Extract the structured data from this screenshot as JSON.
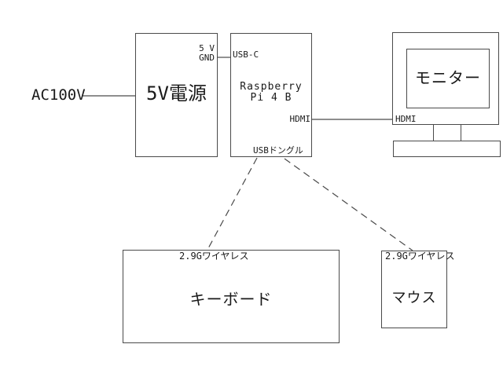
{
  "colors": {
    "line": "#4a4a4a",
    "text": "#1a1a1a",
    "background": "#ffffff"
  },
  "nodes": {
    "ac_input": {
      "label": "AC100V"
    },
    "power_supply": {
      "label": "5V電源",
      "pin_5v": "5 V",
      "pin_gnd": "GND"
    },
    "raspberry_pi": {
      "port_usb_c": "USB-C",
      "name_line1": "Raspberry",
      "name_line2": "Pi 4 B",
      "port_hdmi": "HDMI",
      "port_usb_dongle": "USBドングル"
    },
    "monitor": {
      "port_hdmi": "HDMI",
      "label": "モニター"
    },
    "keyboard": {
      "wireless_label": "2.9Gワイヤレス",
      "label": "キーボード"
    },
    "mouse": {
      "wireless_label": "2.9Gワイヤレス",
      "label": "マウス"
    }
  }
}
